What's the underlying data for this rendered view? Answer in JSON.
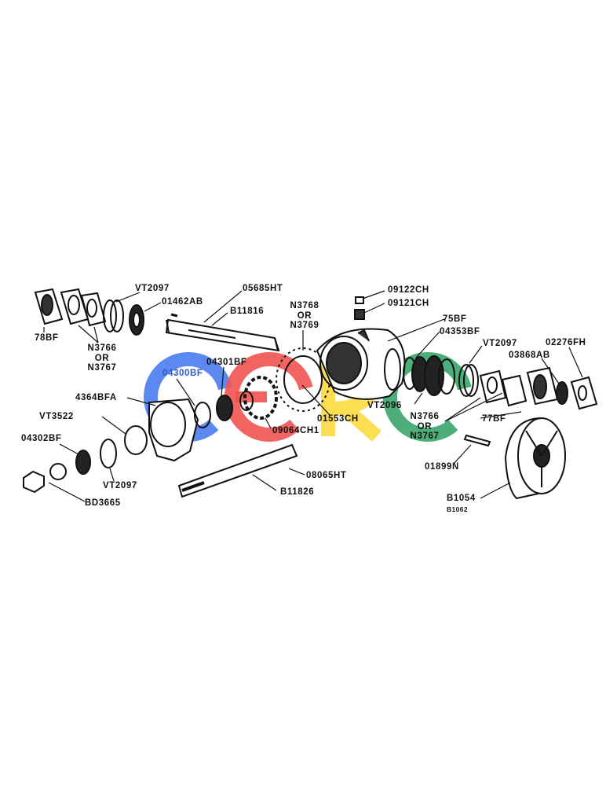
{
  "labels": {
    "vt2097_top": "VT2097",
    "p05685ht": "05685HT",
    "p01462ab": "01462AB",
    "b11816": "B11816",
    "p78bf": "78BF",
    "n3766_l": "N3766",
    "or_l": "OR",
    "n3767_l": "N3767",
    "n3768": "N3768",
    "or_c": "OR",
    "n3769": "N3769",
    "p09122ch": "09122CH",
    "p09121ch": "09121CH",
    "p75bf": "75BF",
    "p04353bf": "04353BF",
    "vt2097_r": "VT2097",
    "p02276fh": "02276FH",
    "p03868ab": "03868AB",
    "p04300bf": "04300BF",
    "p04301bf": "04301BF",
    "p4364bfa": "4364BFA",
    "vt3522": "VT3522",
    "p04302bf": "04302BF",
    "vt2097_b": "VT2097",
    "bd3665": "BD3665",
    "p01553ch": "01553CH",
    "p09064ch1": "09064CH1",
    "vt2096": "VT2096",
    "n3766_r": "N3766",
    "or_r": "OR",
    "n3767_r": "N3767",
    "p77bf": "77BF",
    "p08065ht": "08065HT",
    "b11826": "B11826",
    "p01899n": "01899N",
    "b11054": "B1054",
    "b11062": "B1062"
  },
  "watermark": "CGRC",
  "colors": {
    "watermark_blue": "#4a7bf0",
    "watermark_red": "#ef5350",
    "watermark_yellow": "#fdd835",
    "watermark_green": "#3aa56a",
    "line": "#111111"
  }
}
